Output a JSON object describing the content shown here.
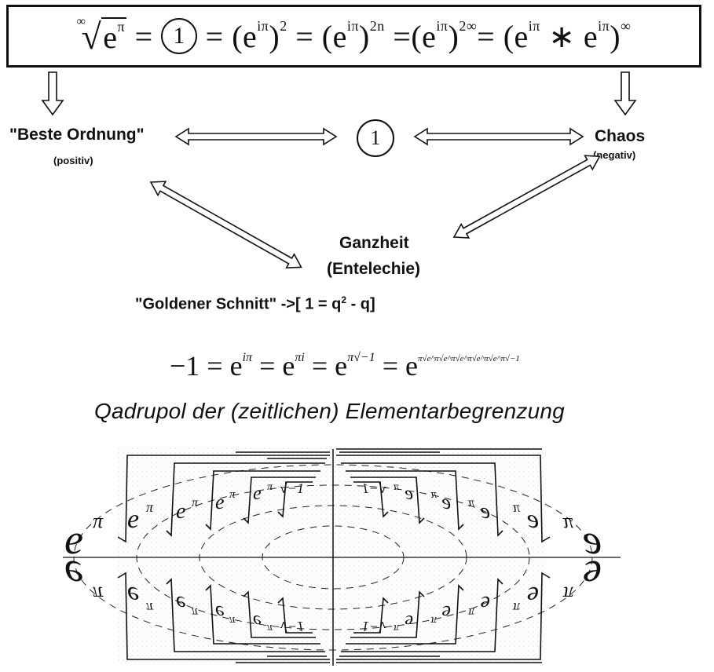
{
  "top_equation": {
    "root_index": "∞",
    "radicand": "e",
    "radicand_exp": "π",
    "circled_one": "1",
    "term_base": "(e",
    "term_exp": "iπ",
    "term_close": ")",
    "exp_1": "2",
    "exp_2": "2n",
    "exp_3": "2∞",
    "last_term_start": "(e",
    "last_mul": "∗ e",
    "last_exp": "∞",
    "eq": "="
  },
  "labels": {
    "beste_ordnung": "\"Beste Ordnung\"",
    "positiv": "(positiv)",
    "center_one": "1",
    "chaos": "Chaos",
    "negativ": "(negativ)",
    "ganzheit": "Ganzheit",
    "entelechie": "(Entelechie)"
  },
  "golden": {
    "label": "\"Goldener Schnitt\" ->[ 1 = q",
    "sup": "2",
    "tail": " - q]"
  },
  "euler_equation": {
    "lhs": "−1 = e",
    "e1_exp": "iπ",
    "eq2": " = e",
    "e2_exp": "πi",
    "eq3": " = e",
    "e3_exp": "π√−1",
    "eq4": " = e",
    "e4_exp": "π√e^π√e^π√e^π√e^π√e^π√−1"
  },
  "quadrupol": {
    "title": "Qadrupol der (zeitlichen) Elementarbegrenzung",
    "nested_text": "e",
    "pi": "π",
    "minus_one": "√−1"
  },
  "colors": {
    "ink": "#111111",
    "background": "#ffffff",
    "speckle": "#bbbbbb"
  }
}
